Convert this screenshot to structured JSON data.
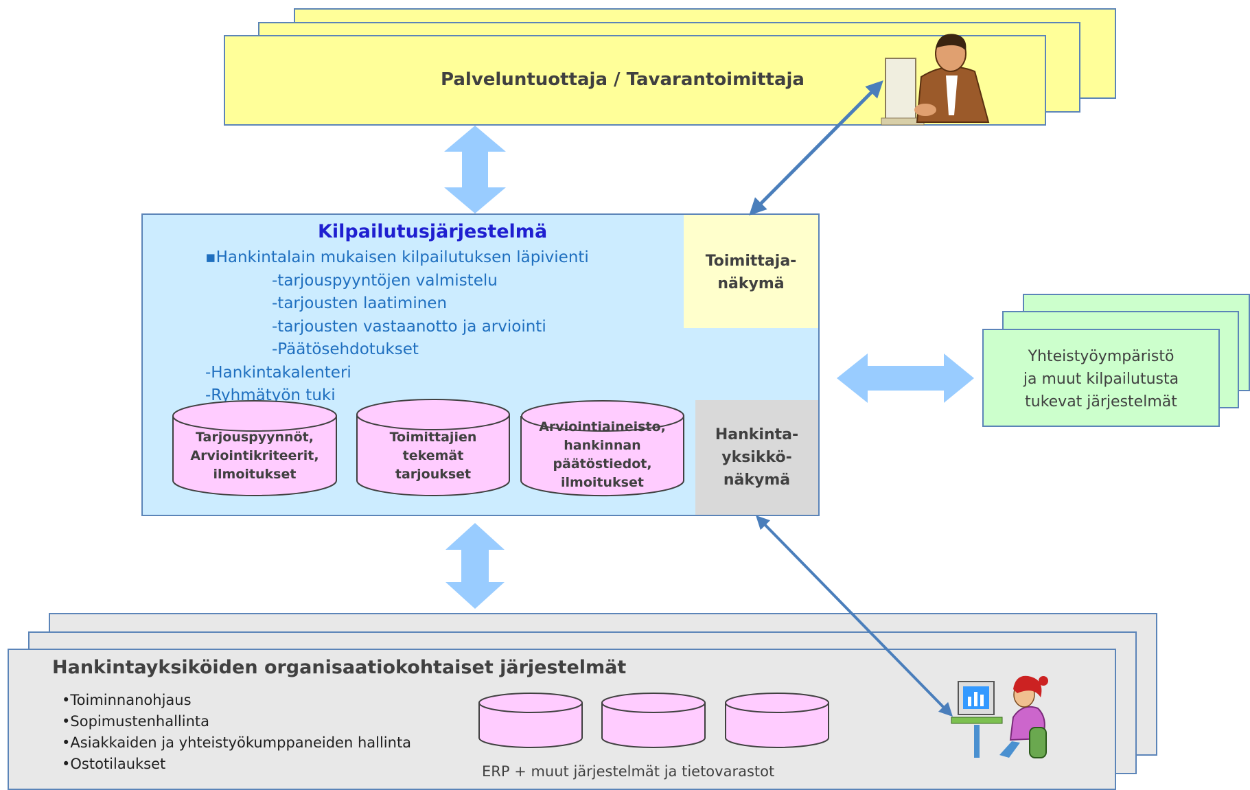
{
  "supplier": {
    "title": "Palveluntuottaja / Tavarantoimittaja"
  },
  "system": {
    "title": "Kilpailutusjärjestelmä",
    "bullet": "▪Hankintalain mukaisen kilpailutuksen läpivienti",
    "subitems": [
      "-tarjouspyyntöjen valmistelu",
      "-tarjousten laatiminen",
      "-tarjousten vastaanotto ja arviointi",
      "-Päätösehdotukset"
    ],
    "items": [
      "-Hankintakalenteri",
      "-Ryhmätyön tuki"
    ],
    "supplier_view": [
      "Toimittaja-",
      "näkymä"
    ],
    "unit_view": [
      "Hankinta-",
      "yksikkö-",
      "näkymä"
    ],
    "databases": [
      [
        "Tarjouspyynnöt,",
        "Arviointikriteerit,",
        "ilmoitukset"
      ],
      [
        "Toimittajien",
        "tekemät",
        "tarjoukset"
      ],
      [
        "Arviointiaineisto,",
        "hankinnan",
        "päätöstiedot,",
        "ilmoitukset"
      ]
    ]
  },
  "collab": {
    "lines": [
      "Yhteistyöympäristö",
      "ja muut kilpailutusta",
      "tukevat järjestelmät"
    ]
  },
  "org": {
    "title": "Hankintayksiköiden organisaatiokohtaiset järjestelmät",
    "bullets": [
      "•Toiminnanohjaus",
      "•Sopimustenhallinta",
      "•Asiakkaiden ja yhteistyökumppaneiden hallinta",
      "•Ostotilaukset"
    ],
    "erp": "ERP + muut järjestelmät ja tietovarastot"
  },
  "colors": {
    "title_blue": "#1f1fd0",
    "item_blue": "#1f6fbf",
    "arrow_light": "#99ccff",
    "arrow_dark": "#4a7ebb"
  }
}
